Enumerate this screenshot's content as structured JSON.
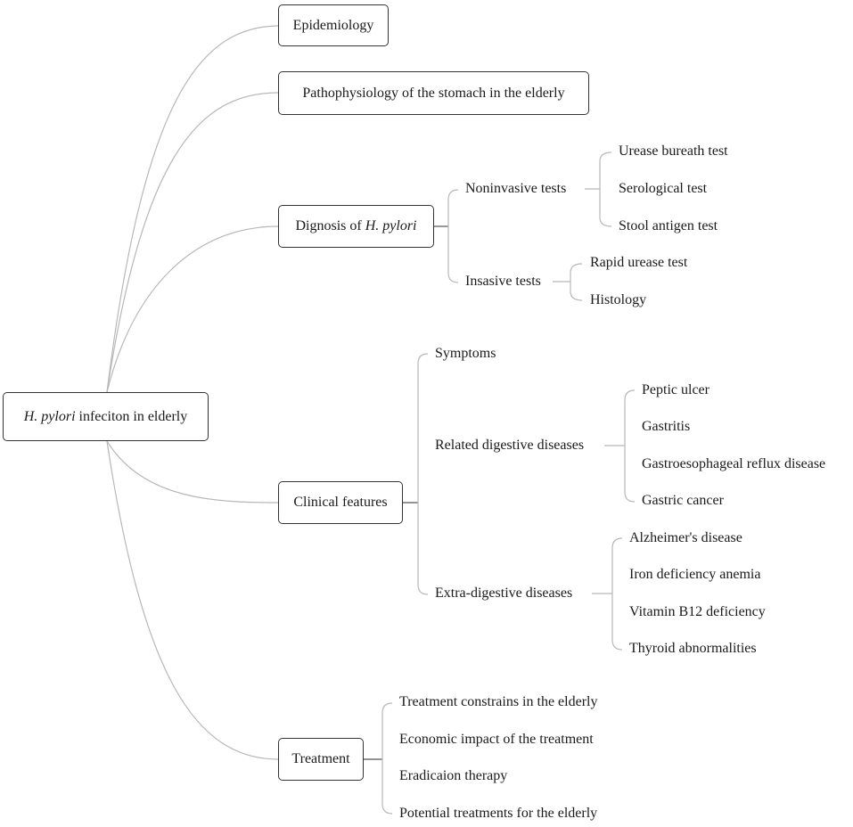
{
  "root": {
    "label_italic": "H. pylori",
    "label_rest": " infeciton in elderly"
  },
  "branches": {
    "epidemiology": "Epidemiology",
    "pathophysiology": "Pathophysiology of the stomach in the elderly",
    "diagnosis": {
      "label_prefix": "Dignosis of ",
      "label_italic": "H. pylori",
      "noninvasive": {
        "label": "Noninvasive tests",
        "items": [
          "Urease bureath test",
          "Serological test",
          "Stool antigen test"
        ]
      },
      "invasive": {
        "label": "Insasive tests",
        "items": [
          "Rapid urease test",
          "Histology"
        ]
      }
    },
    "clinical": {
      "label": "Clinical features",
      "symptoms": "Symptoms",
      "digestive": {
        "label": "Related digestive diseases",
        "items": [
          "Peptic ulcer",
          "Gastritis",
          "Gastroesophageal reflux disease",
          "Gastric cancer"
        ]
      },
      "extra": {
        "label": "Extra-digestive diseases",
        "items": [
          "Alzheimer's disease",
          "Iron deficiency anemia",
          "Vitamin B12 deficiency",
          "Thyroid abnormalities"
        ]
      }
    },
    "treatment": {
      "label": "Treatment",
      "items": [
        "Treatment constrains in the elderly",
        "Economic impact of the treatment",
        "Eradicaion therapy",
        "Potential treatments for the elderly"
      ]
    }
  }
}
